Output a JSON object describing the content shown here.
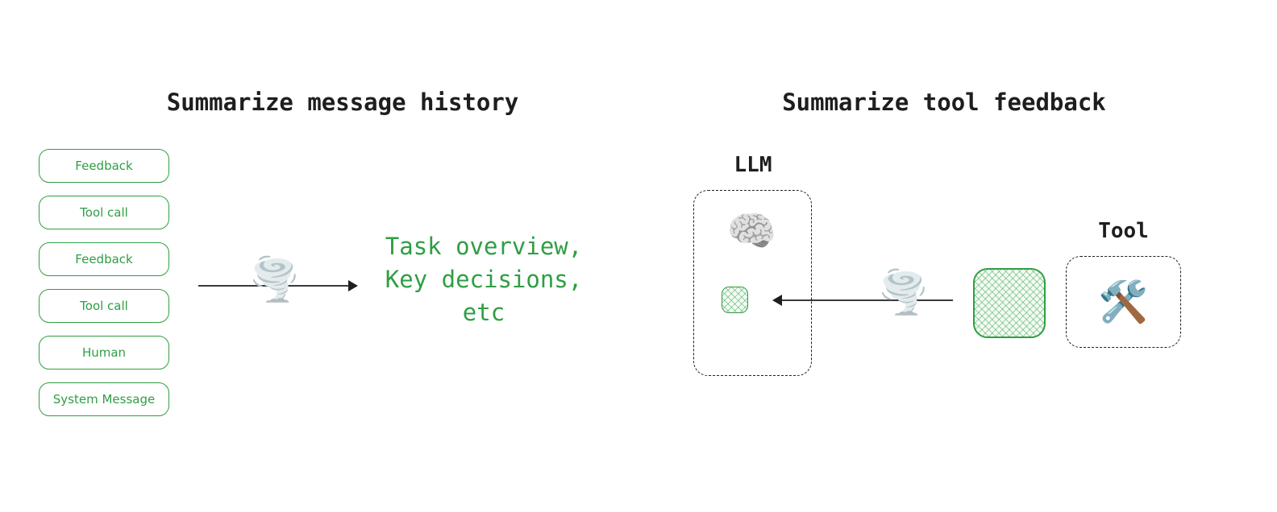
{
  "colors": {
    "green": "#2f9e44",
    "ink": "#1e1e1e"
  },
  "left": {
    "title": "Summarize message history",
    "messages": [
      "Feedback",
      "Tool call",
      "Feedback",
      "Tool call",
      "Human",
      "System Message"
    ],
    "summary_lines": [
      "Task overview,",
      "Key decisions,",
      "etc"
    ]
  },
  "right": {
    "title": "Summarize tool feedback",
    "llm_label": "LLM",
    "tool_label": "Tool"
  },
  "icons": {
    "tornado": "🌪️",
    "brain": "🧠",
    "tools": "🛠️"
  }
}
